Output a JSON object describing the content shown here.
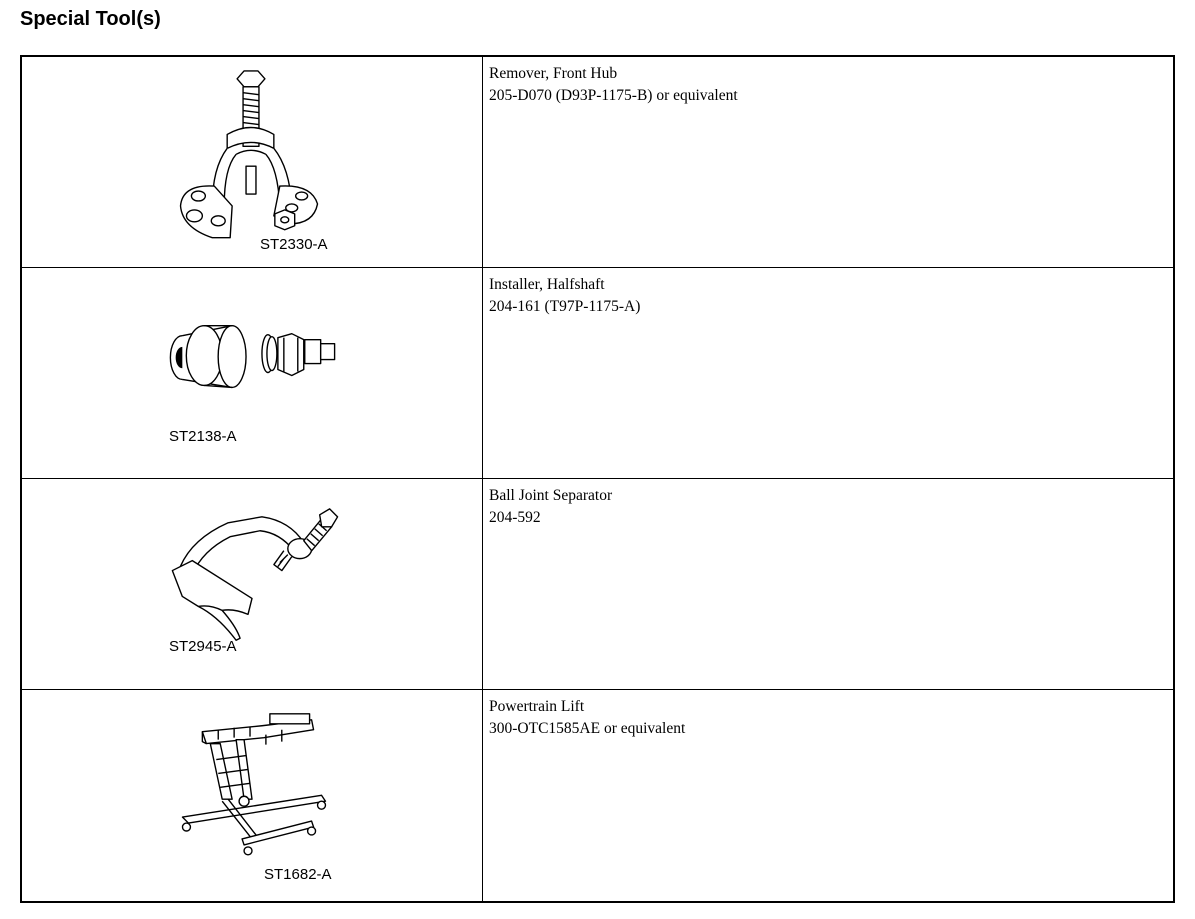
{
  "page_title": "Special Tool(s)",
  "tools": [
    {
      "code": "ST2330-A",
      "name": "Remover, Front Hub",
      "number": "205-D070 (D93P-1175-B) or equivalent",
      "icon": "hub-puller-icon"
    },
    {
      "code": "ST2138-A",
      "name": "Installer, Halfshaft",
      "number": "204-161 (T97P-1175-A)",
      "icon": "halfshaft-installer-icon"
    },
    {
      "code": "ST2945-A",
      "name": "Ball Joint Separator",
      "number": "204-592",
      "icon": "ball-joint-separator-icon"
    },
    {
      "code": "ST1682-A",
      "name": "Powertrain Lift",
      "number": "300-OTC1585AE or equivalent",
      "icon": "powertrain-lift-icon"
    }
  ]
}
